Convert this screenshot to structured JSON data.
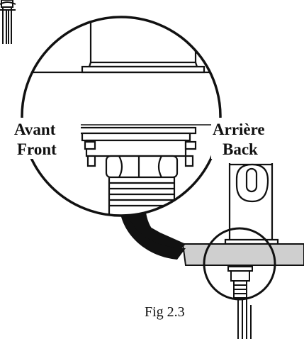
{
  "labels": {
    "front_fr": "Avant",
    "front_en": "Front",
    "back_fr": "Arrière",
    "back_en": "Back"
  },
  "caption": "Fig 2.3",
  "colors": {
    "ink": "#111111",
    "paper": "#ffffff",
    "countertop": "#cfcfcf"
  }
}
